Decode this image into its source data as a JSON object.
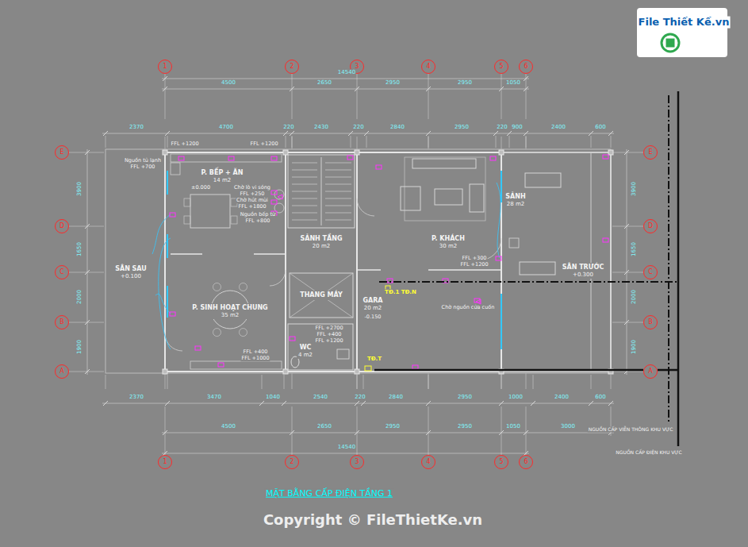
{
  "diagram": {
    "title": "MẶT BẰNG CẤP ĐIỆN TẦNG 1",
    "nodes": [
      {
        "text": [
          "1"
        ]
      },
      {
        "text": [
          "2"
        ]
      },
      {
        "text": [
          "3"
        ]
      },
      {
        "text": [
          "4"
        ]
      },
      {
        "text": [
          "5"
        ]
      },
      {
        "text": [
          "6"
        ]
      },
      {
        "text": [
          "1"
        ]
      },
      {
        "text": [
          "2"
        ]
      },
      {
        "text": [
          "3"
        ]
      },
      {
        "text": [
          "4"
        ]
      },
      {
        "text": [
          "5"
        ]
      },
      {
        "text": [
          "6"
        ]
      },
      {
        "text": [
          "E"
        ]
      },
      {
        "text": [
          "D"
        ]
      },
      {
        "text": [
          "C"
        ]
      },
      {
        "text": [
          "B"
        ]
      },
      {
        "text": [
          "A"
        ]
      },
      {
        "text": [
          "E"
        ]
      },
      {
        "text": [
          "D"
        ]
      },
      {
        "text": [
          "C"
        ]
      },
      {
        "text": [
          "B"
        ]
      },
      {
        "text": [
          "A"
        ]
      },
      {
        "text": [
          "P. BẾP + ĂN",
          "14 m2"
        ]
      },
      {
        "text": [
          "SẢNH TẦNG",
          "20 m2"
        ]
      },
      {
        "text": [
          "P. KHÁCH",
          "30 m2"
        ]
      },
      {
        "text": [
          "SÂN SAU",
          "+0.100"
        ]
      },
      {
        "text": [
          "P. SINH HOẠT CHUNG",
          "35 m2"
        ]
      },
      {
        "text": [
          "THANG MÁY"
        ]
      },
      {
        "text": [
          "GARA",
          "20 m2"
        ]
      },
      {
        "text": [
          "WC",
          "4 m2"
        ]
      },
      {
        "text": [
          "SẢNH",
          "28 m2"
        ]
      },
      {
        "text": [
          "SÂN TRƯỚC",
          "+0.300"
        ]
      }
    ],
    "labels": [
      "14540",
      "4500",
      "2650",
      "2950",
      "2950",
      "1050",
      "2370",
      "4700",
      "220",
      "2430",
      "220",
      "2840",
      "2950",
      "220",
      "900",
      "2400",
      "600",
      "2370",
      "3470",
      "1040",
      "2540",
      "220",
      "2840",
      "2950",
      "1000",
      "2400",
      "600",
      "4500",
      "2650",
      "2950",
      "2950",
      "1050",
      "3000",
      "14540",
      "3900",
      "1650",
      "2000",
      "1900",
      "3900",
      "1650",
      "2000",
      "1900",
      "FFL +1200",
      "FFL +1200",
      "Nguồn tủ lạnh",
      "FFL +700",
      "±0.000",
      "Chờ lò vi sóng",
      "FFL +250",
      "Chờ hút mùi",
      "FFL +1800",
      "Nguồn bếp từ",
      "FFL +800",
      "FFL +300",
      "FFL +1200",
      "-0.150",
      "Chờ nguồn cửa cuốn",
      "FFL +2700",
      "FFL +400",
      "FFL +1200",
      "FFL +400",
      "FFL +1000",
      "TĐ.1 TĐ.N",
      "TĐ.T",
      "NGUỒN CẤP VIỄN THÔNG KHU VỰC",
      "NGUỒN CẤP ĐIỆN KHU VỰC",
      "Copyright © FileThietKe.vn",
      "File Thiết Kế.vn"
    ]
  }
}
